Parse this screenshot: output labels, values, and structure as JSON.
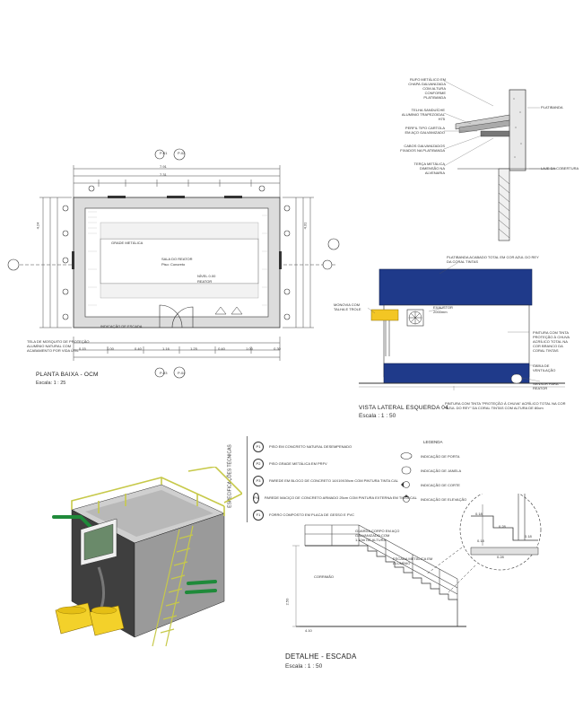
{
  "floor_plan": {
    "title": "PLANTA BAIXA - OCM",
    "scale": "Escala: 1 : 25",
    "total_width": "7.91",
    "inner_width": "7.31",
    "room_name": "SALA DO REATOR",
    "room_area": "Piso: Concreto",
    "room_label": "GRADE METÁLICA",
    "bottom_dims": [
      "0.15",
      "1.00",
      "0.40",
      "1.16",
      "1.25",
      "0.40",
      "1.00",
      "0.30"
    ],
    "side_dim_left": "4.24",
    "side_dim_right": "4.31",
    "callout_left": "TELA DE MOSQUITO DE PROTEÇÃO ALUMÍNIO NATURAL COM ACABAMENTO POR VIDA ÚTIL",
    "callout_bottom": "INDICAÇÃO DE ESCADA",
    "section_labels": [
      "P-01",
      "P-02",
      "P-03",
      "P-04"
    ],
    "note_center": "NÍVEL 0.00",
    "note_center2": "REATOR"
  },
  "section_detail": {
    "labels_left": [
      "RUFO METÁLICO EM CHAPA GALVANIZADA COM ALTURA CONFORME PLATIBANDA",
      "TELHA SANDUÍCHE ALUMINIO TRAPEZOIDAL H75",
      "PERFIL TIPO CARTOLA EM AÇO GALVANIZADO",
      "CABOS GALVANIZADOS FIXADOS NA PLATIBANDA",
      "TERÇA METÁLICA DIMENSÃO NA ALVENARIA"
    ],
    "label_platibanda": "PLATIBANDA",
    "label_laje": "LAJE DA COBERTURA"
  },
  "elevation": {
    "title": "VISTA LATERAL ESQUERDA 04",
    "scale": "Escala : 1 : 50",
    "label_platibanda": "PLATIBANDA ACABADO TOTAL EM COR AZUL DO REY DA CORAL TINTAS",
    "label_roof": "PINTURA COM TINTA \"PROTEÇÃO À CHUVA\" ACRÍLICO TOTAL NA COR \"AZUL DO REY\" DA CORAL TINTAS",
    "label_monorail": "MONOVIA COM TALHA E TROLE",
    "label_exaustor": "EXAUSTOR 2000mm",
    "label_wall": "PINTURA COM TINTA PROTEÇÃO À CHUVA ACRÍLICO TOTAL NA COR BRANCO DA CORAL TINTAS",
    "label_vent": "CAIXA DE VENTILAÇÃO",
    "label_sensor": "SENSOR PARA REATOR",
    "label_base": "PINTURA COM TINTA \"PROTEÇÃO À CHUVA\" ACRÍLICO TOTAL NA COR \"AZUL DO REY\" DA CORAL TINTAS COM ALTURA DE 80cm",
    "colors": {
      "blue": "#1f3a8a",
      "yellow": "#f3c624"
    }
  },
  "specs": {
    "vertical_title": "ESPECIFICAÇÕES TÉCNICAS",
    "items": [
      {
        "code": "P1",
        "text": "PISO EM CONCRETO NATURAL DESEMPENADO"
      },
      {
        "code": "P2",
        "text": "PISO GRADE METÁLICA EM PRFV"
      },
      {
        "code": "P3",
        "text": "PAREDE EM BLOCO DE CONCRETO 14X19X39cm COM PINTURA TINTA CAL"
      },
      {
        "code": "P4",
        "text": "PAREDE MACIÇO DE CONCRETO ARMADO 25cm COM PINTURA EXTERNA EM TINTA CAL"
      },
      {
        "code": "F1",
        "text": "FORRO COMPOSTO EM PLACA DE GESSO E PVC"
      }
    ]
  },
  "legend": {
    "title": "LEGENDA",
    "items": [
      {
        "symbol": "door",
        "text": "INDICAÇÃO DE PORTA"
      },
      {
        "symbol": "window",
        "text": "INDICAÇÃO DE JANELA"
      },
      {
        "symbol": "cut",
        "text": "INDICAÇÃO DE CORTE"
      },
      {
        "symbol": "elevation",
        "text": "INDICAÇÃO DE ELEVAÇÃO"
      }
    ]
  },
  "stair_detail": {
    "title": "DETALHE - ESCADA",
    "scale": "Escala : 1 : 50",
    "label_guard": "GUARDA CORPO EM AÇO GALVANIZADO COM 1.10m DE ALTURA",
    "label_rail": "ESCADA METÁLICA EM ALUMÍNIO",
    "label_handrail": "CORRIMÃO",
    "dim_height": "2.50",
    "dim_step": "0.18",
    "dim_tread": "0.28",
    "dim_total": "4.10",
    "dim_detail_a": "0.18",
    "dim_detail_b": "0.28",
    "dim_detail_c": "0.18"
  }
}
